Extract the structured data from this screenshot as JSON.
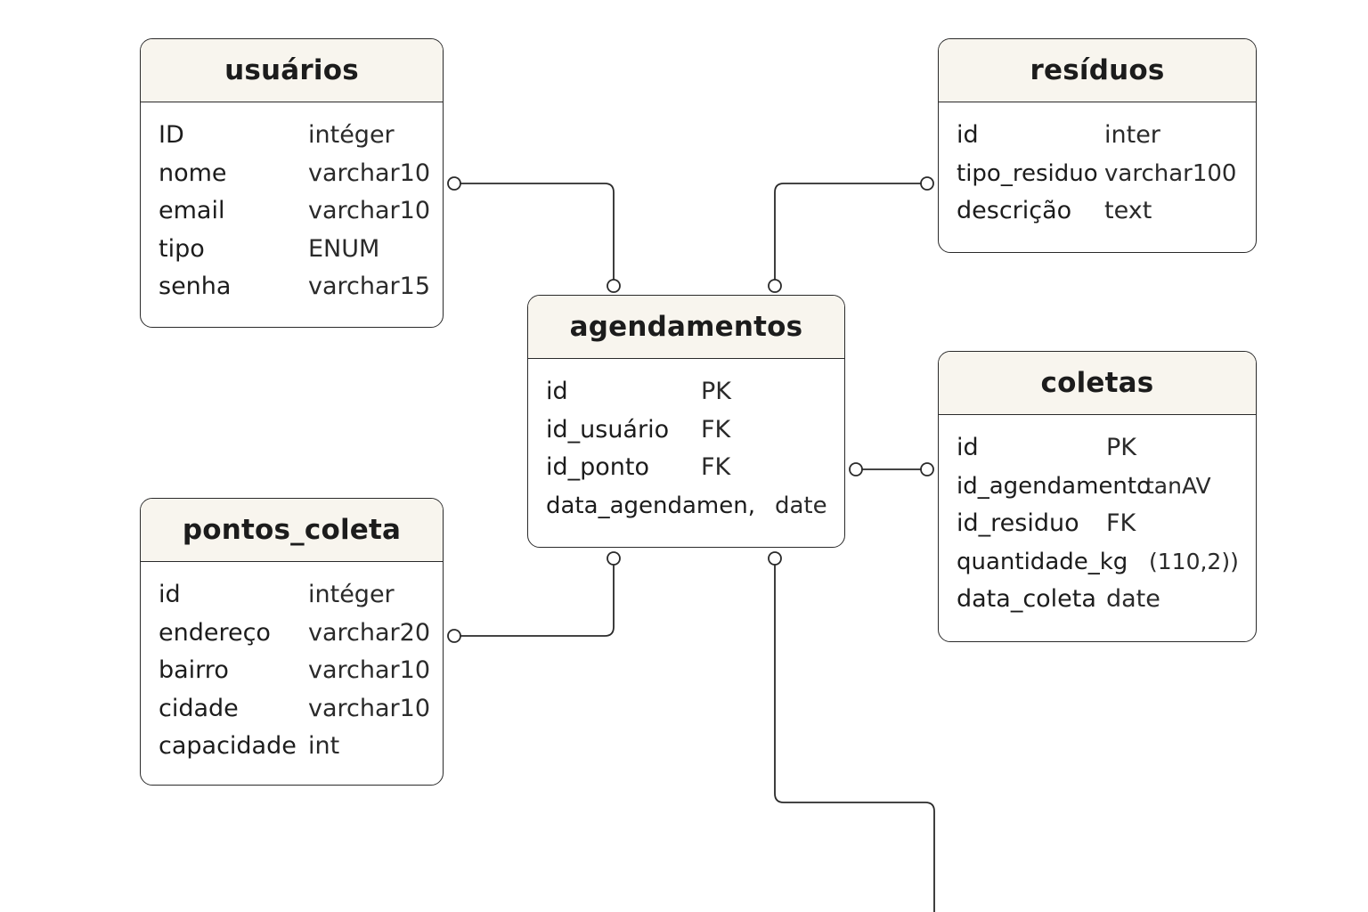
{
  "entities": {
    "usuarios": {
      "title": "usuários",
      "fields": [
        {
          "name": "ID",
          "type": "intéger"
        },
        {
          "name": "nome",
          "type": "varchar10"
        },
        {
          "name": "email",
          "type": "varchar10"
        },
        {
          "name": "tipo",
          "type": "ENUM"
        },
        {
          "name": "senha",
          "type": "varchar15"
        }
      ]
    },
    "residuos": {
      "title": "resíduos",
      "fields": [
        {
          "name": "id",
          "type": "inter"
        },
        {
          "name": "tipo_residuo",
          "type": "varchar100"
        },
        {
          "name": "descrição",
          "type": "text"
        }
      ]
    },
    "agendamentos": {
      "title": "agendamentos",
      "fields": [
        {
          "name": "id",
          "type": "PK"
        },
        {
          "name": "id_usuário",
          "type": "FK"
        },
        {
          "name": "id_ponto",
          "type": "FK"
        },
        {
          "name": "data_agendamen,",
          "type": "date"
        }
      ]
    },
    "coletas": {
      "title": "coletas",
      "fields": [
        {
          "name": "id",
          "type": "PK"
        },
        {
          "name": "id_agendamento",
          "type": "tanAV"
        },
        {
          "name": "id_residuo",
          "type": "FK"
        },
        {
          "name": "quantidade_kg",
          "type": "(110,2))"
        },
        {
          "name": "data_coleta",
          "type": "date"
        }
      ]
    },
    "pontos_coleta": {
      "title": "pontos_coleta",
      "fields": [
        {
          "name": "id",
          "type": "intéger"
        },
        {
          "name": "endereço",
          "type": "varchar20"
        },
        {
          "name": "bairro",
          "type": "varchar10"
        },
        {
          "name": "cidade",
          "type": "varchar10"
        },
        {
          "name": "capacidade",
          "type": "int"
        }
      ]
    }
  },
  "colors": {
    "line": "#2a2a2a",
    "header_bg": "#f8f5ee",
    "background": "#ffffff"
  }
}
